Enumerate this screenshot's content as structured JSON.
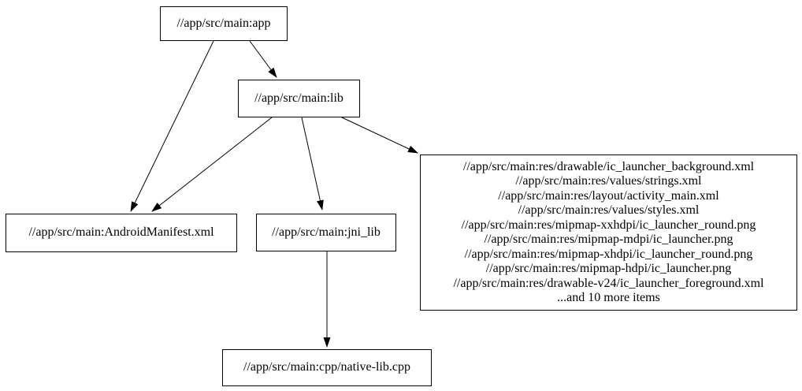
{
  "diagram": {
    "type": "dependency-graph",
    "background_color": "#ffffff",
    "stroke_color": "#000000",
    "text_color": "#000000",
    "nodes": {
      "app": {
        "label": "//app/src/main:app"
      },
      "lib": {
        "label": "//app/src/main:lib"
      },
      "android_manifest": {
        "label": "//app/src/main:AndroidManifest.xml"
      },
      "jni_lib": {
        "label": "//app/src/main:jni_lib"
      },
      "resources": {
        "lines": [
          "//app/src/main:res/drawable/ic_launcher_background.xml",
          "//app/src/main:res/values/strings.xml",
          "//app/src/main:res/layout/activity_main.xml",
          "//app/src/main:res/values/styles.xml",
          "//app/src/main:res/mipmap-xxhdpi/ic_launcher_round.png",
          "//app/src/main:res/mipmap-mdpi/ic_launcher.png",
          "//app/src/main:res/mipmap-xhdpi/ic_launcher_round.png",
          "//app/src/main:res/mipmap-hdpi/ic_launcher.png",
          "//app/src/main:res/drawable-v24/ic_launcher_foreground.xml",
          "...and 10 more items"
        ]
      },
      "native_lib": {
        "label": "//app/src/main:cpp/native-lib.cpp"
      }
    },
    "edges": [
      {
        "from": "app",
        "to": "lib"
      },
      {
        "from": "app",
        "to": "android_manifest"
      },
      {
        "from": "lib",
        "to": "android_manifest"
      },
      {
        "from": "lib",
        "to": "jni_lib"
      },
      {
        "from": "lib",
        "to": "resources"
      },
      {
        "from": "jni_lib",
        "to": "native_lib"
      }
    ]
  }
}
